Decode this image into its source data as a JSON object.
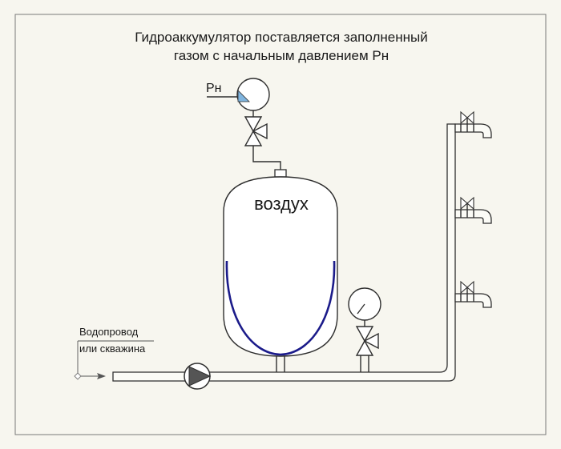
{
  "title": {
    "line1": "Гидроаккумулятор поставляется заполненный",
    "line2": "газом с начальным давлением Рн"
  },
  "labels": {
    "pn": "Рн",
    "air": "воздух",
    "source_line1": "Водопровод",
    "source_line2": "или скважина"
  },
  "colors": {
    "background": "#f7f6ef",
    "membrane": "#1b1b8a",
    "gauge_needle": "#7fb4de",
    "pump_triangle": "#555555"
  },
  "icons": {
    "pressure_gauge": "pressure-gauge-icon",
    "valve": "valve-icon",
    "pump": "pump-icon",
    "tap": "tap-icon"
  }
}
